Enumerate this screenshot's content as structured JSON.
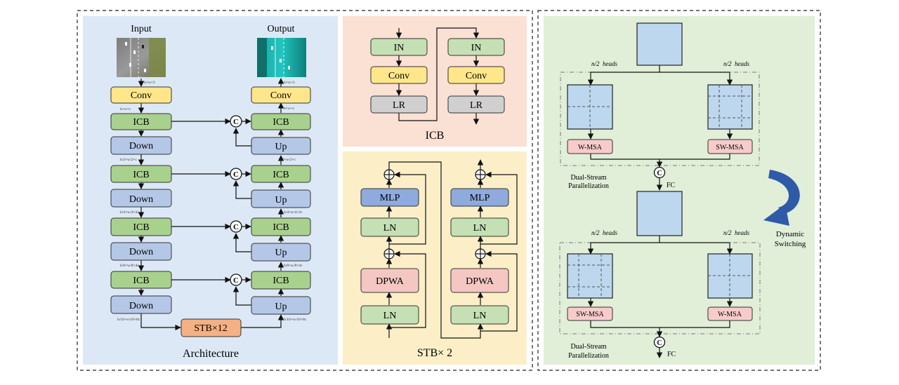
{
  "architecture": {
    "caption": "Architecture",
    "input_label": "Input",
    "output_label": "Output",
    "conv": "Conv",
    "icb": "ICB",
    "down": "Down",
    "up": "Up",
    "concat": "C",
    "stb": "STB×12",
    "dim_hw3": "h×w×3",
    "dim_hwc": "h×w×c",
    "dim_1": "h/2×w/2×c",
    "dim_2": "h/4×w/4×2c",
    "dim_3": "h/8×w/8×4c",
    "dim_4": "h/16×w/16×8c"
  },
  "icb_panel": {
    "caption": "ICB",
    "in": "IN",
    "conv": "Conv",
    "lr": "LR"
  },
  "stb_panel": {
    "caption": "STB× 2",
    "mlp": "MLP",
    "ln": "LN",
    "dpwa": "DPWA"
  },
  "attention_panel": {
    "heads_frac": "n/2",
    "heads_word": "heads",
    "w_msa": "W-MSA",
    "sw_msa": "SW-MSA",
    "concat": "C",
    "fc": "FC",
    "dual_stream_1": "Dual-Stream",
    "dual_stream_2": "Parallelization",
    "dynamic_1": "Dynamic",
    "dynamic_2": "Switching"
  },
  "colors": {
    "arch_bg": "#dce8f5",
    "icb_bg": "#fbe0d4",
    "stb_bg": "#fcefc8",
    "attn_bg": "#e1eed8",
    "conv_fill": "#ffe68a",
    "icb_fill": "#a9d18e",
    "down_up_fill": "#b4c7e7",
    "stb_fill": "#f4b183",
    "ln_fill": "#c5e0b4",
    "lr_fill": "#d0d0d0",
    "mlp_fill": "#8faadc",
    "dpwa_fill": "#f4c7c3",
    "attn_block": "#bdd7ee",
    "msa_fill": "#f8cbcb",
    "arrow_blue": "#2e5aa8"
  }
}
